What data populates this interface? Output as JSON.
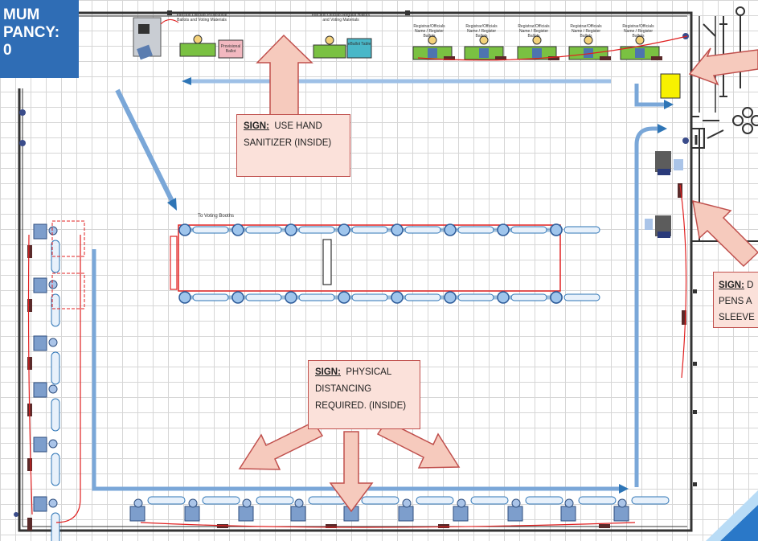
{
  "occupancy": {
    "lines": [
      "MUM",
      "PANCY:",
      "0"
    ]
  },
  "signs": [
    {
      "id": "hand",
      "heading": "SIGN:",
      "text": "USE HAND SANITIZER (INSIDE)"
    },
    {
      "id": "distance",
      "heading": "SIGN:",
      "text": "PHYSICAL DISTANCING REQUIRED. (INSIDE)"
    },
    {
      "id": "pens",
      "heading": "SIGN:",
      "line1": "D",
      "line2": "PENS A",
      "line3": "SLEEVE"
    }
  ],
  "labels": {
    "voting_booths": "To Voting Booths",
    "provisional": "Election Officials Provisional Ballots and Voting Materials",
    "regular": "Election Officials Regular Ballots and Voting Materials",
    "provisional_table": "Provisional Ballot",
    "ballot_table": "eBallot Table",
    "station": "Registrar/Officials Name / Register Ballots"
  },
  "colors": {
    "wall": "#333333",
    "path": "#2e75b6",
    "cable": "#e02020",
    "table": "#7ac142",
    "sign_fill": "#fbe1da",
    "sign_border": "#c0504d",
    "occupancy": "#2f6db5"
  }
}
